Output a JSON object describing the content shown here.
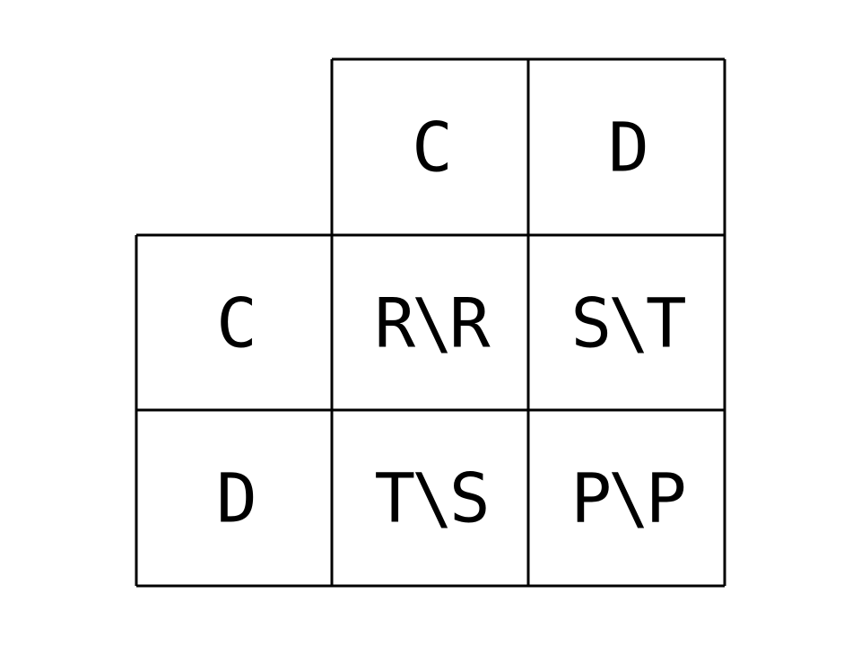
{
  "matrix": {
    "column_headers": [
      "C",
      "D"
    ],
    "row_headers": [
      "C",
      "D"
    ],
    "cells": [
      [
        "R\\R",
        "S\\T"
      ],
      [
        "T\\S",
        "P\\P"
      ]
    ]
  },
  "colors": {
    "line": "#000000",
    "text": "#000000",
    "background": "#ffffff"
  }
}
